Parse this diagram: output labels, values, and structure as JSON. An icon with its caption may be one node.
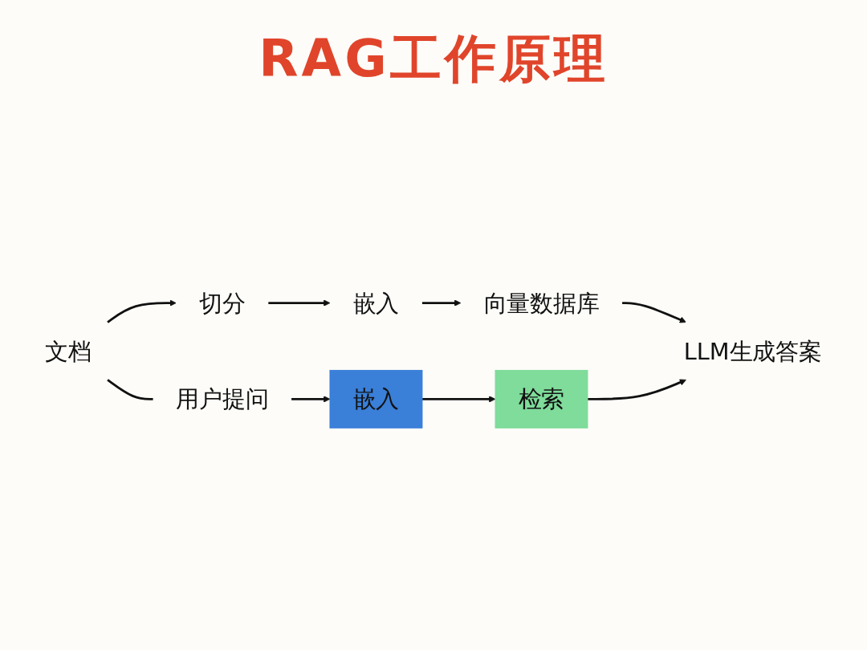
{
  "diagram": {
    "title": "RAG工作原理",
    "nodes": [
      {
        "text": [
          "文档"
        ]
      },
      {
        "text": [
          "切分"
        ]
      },
      {
        "text": [
          "嵌入"
        ]
      },
      {
        "text": [
          "向量数据库"
        ]
      },
      {
        "text": [
          "用户提问"
        ]
      },
      {
        "text": [
          "嵌入"
        ]
      },
      {
        "text": [
          "检索"
        ]
      },
      {
        "text": [
          "LLM生成答案"
        ]
      }
    ],
    "edges": [
      {
        "from": 0,
        "to": 1,
        "arrow": "to"
      },
      {
        "from": 1,
        "to": 2,
        "arrow": "to"
      },
      {
        "from": 2,
        "to": 3,
        "arrow": "to"
      },
      {
        "from": 3,
        "to": 7,
        "arrow": "to"
      },
      {
        "from": 0,
        "to": 4,
        "arrow": "none"
      },
      {
        "from": 4,
        "to": 5,
        "arrow": "to"
      },
      {
        "from": 5,
        "to": 6,
        "arrow": "to"
      },
      {
        "from": 6,
        "to": 7,
        "arrow": "to"
      }
    ]
  }
}
